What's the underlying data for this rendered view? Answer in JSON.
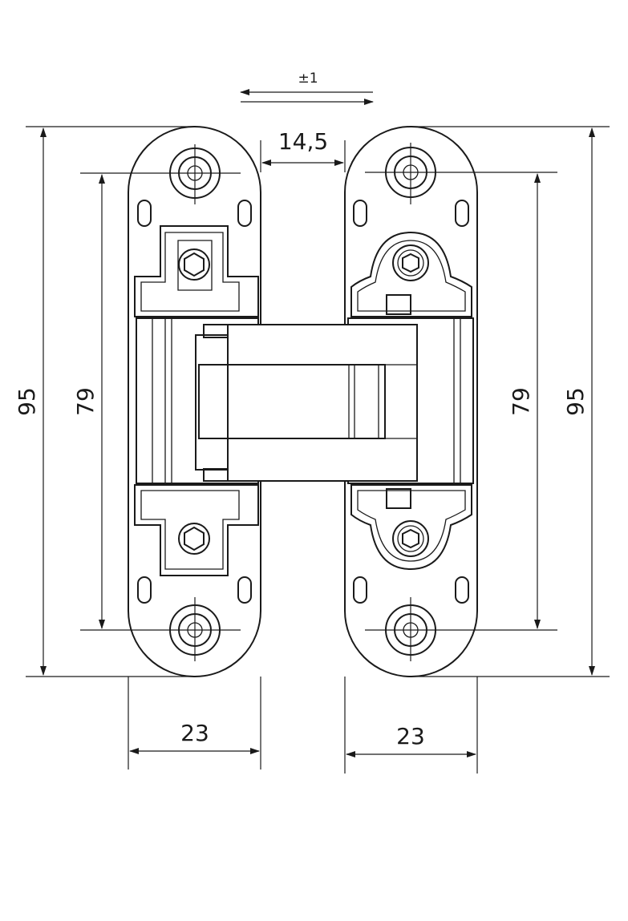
{
  "dimensions": {
    "tolerance": "±1",
    "gap": "14,5",
    "overall_height_left": "95",
    "hole_spacing_left": "79",
    "hole_spacing_right": "79",
    "overall_height_right": "95",
    "width_left": "23",
    "width_right": "23"
  }
}
